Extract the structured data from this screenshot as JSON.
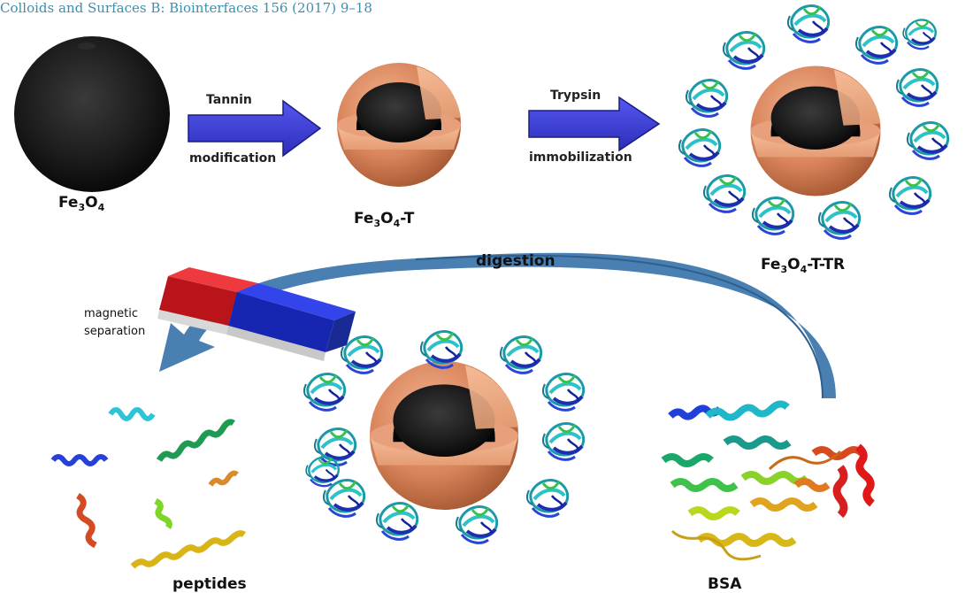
{
  "header": {
    "citation": "Colloids and Surfaces B: Biointerfaces 156 (2017) 9–18"
  },
  "steps": {
    "step1_top": "Tannin",
    "step1_bottom": "modification",
    "step2_top": "Trypsin",
    "step2_bottom": "immobilization",
    "digestion": "digestion",
    "magnetic_1": "magnetic",
    "magnetic_2": "separation"
  },
  "particles": {
    "p1": {
      "base": "Fe",
      "sub1": "3",
      "mid": "O",
      "sub2": "4",
      "suffix": ""
    },
    "p2": {
      "base": "Fe",
      "sub1": "3",
      "mid": "O",
      "sub2": "4",
      "suffix": "-T"
    },
    "p3": {
      "base": "Fe",
      "sub1": "3",
      "mid": "O",
      "sub2": "4",
      "suffix": "-T-TR"
    }
  },
  "labels": {
    "peptides": "peptides",
    "bsa": "BSA"
  },
  "colors": {
    "arrow_fill": "#3b3fd6",
    "shell": "#d9895f",
    "core": "#1b1b1b",
    "curve": "#3f78ad",
    "magnet_red": "#d81f26",
    "magnet_blue": "#2032d8",
    "citation": "#3a8fb0"
  },
  "icons": [
    "magnet-icon",
    "enzyme-icon",
    "protein-helix-icon"
  ]
}
